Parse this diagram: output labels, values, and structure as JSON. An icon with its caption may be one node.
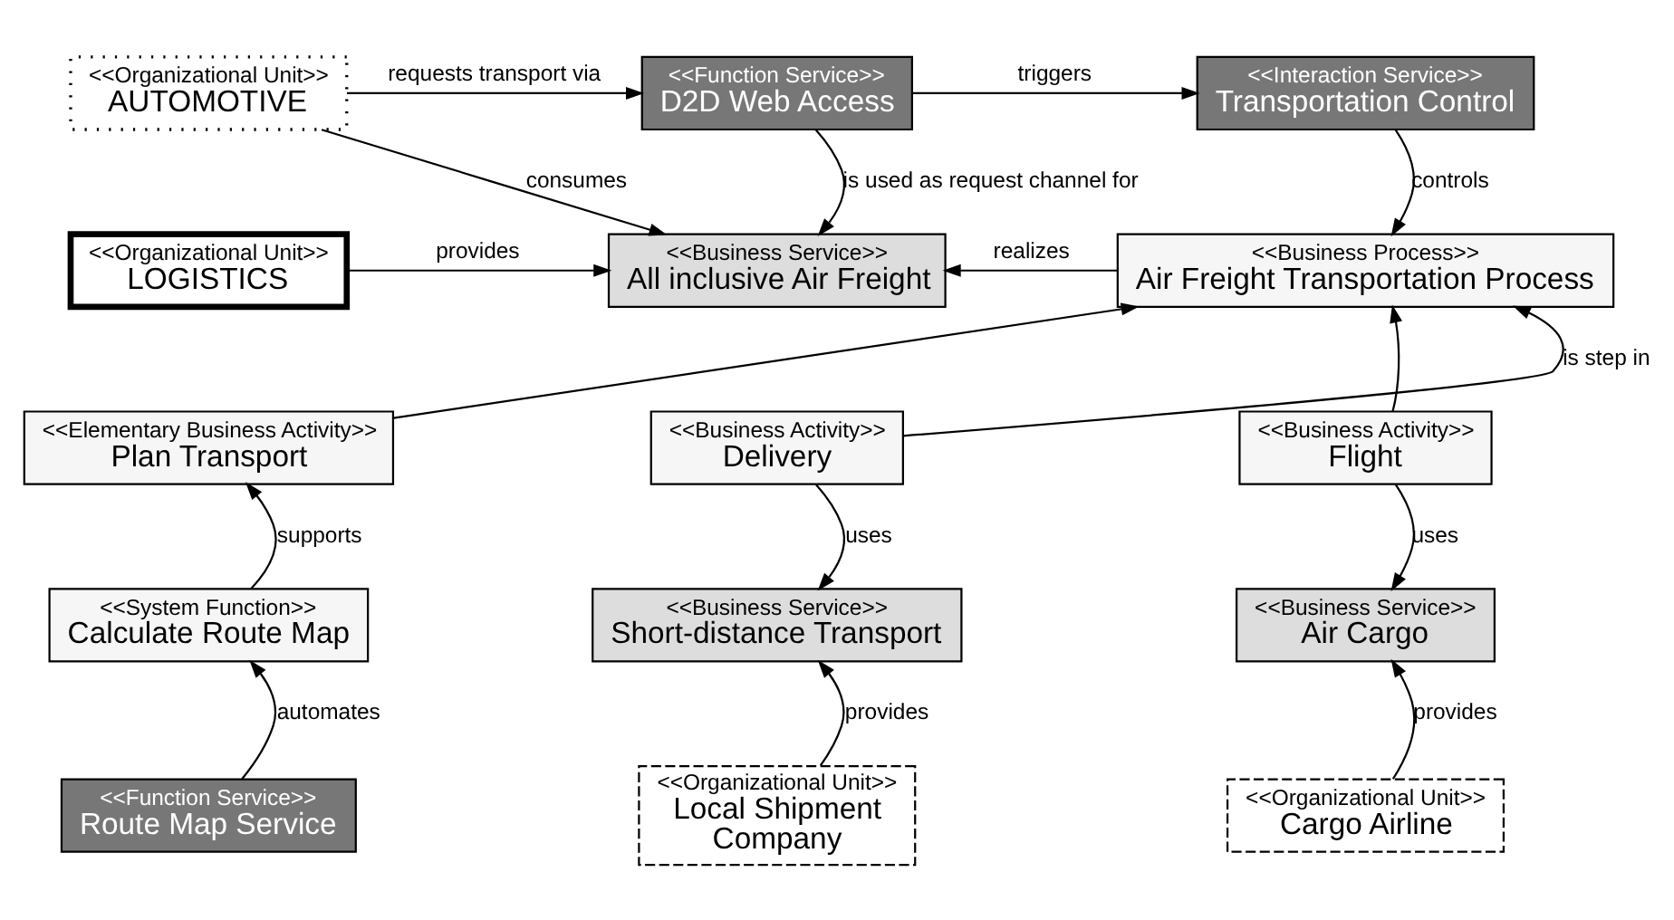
{
  "diagram": {
    "nodes": [
      {
        "text": [
          "<<Organizational Unit>>",
          "AUTOMOTIVE"
        ]
      },
      {
        "text": [
          "<<Function Service>>",
          "D2D Web Access"
        ]
      },
      {
        "text": [
          "<<Interaction Service>>",
          "Transportation Control"
        ]
      },
      {
        "text": [
          "<<Organizational Unit>>",
          "LOGISTICS"
        ]
      },
      {
        "text": [
          "<<Business Service>>",
          "All inclusive Air Freight"
        ]
      },
      {
        "text": [
          "<<Business Process>>",
          "Air Freight Transportation Process"
        ]
      },
      {
        "text": [
          "<<Elementary Business Activity>>",
          "Plan Transport"
        ]
      },
      {
        "text": [
          "<<Business Activity>>",
          "Delivery"
        ]
      },
      {
        "text": [
          "<<Business Activity>>",
          "Flight"
        ]
      },
      {
        "text": [
          "<<System Function>>",
          "Calculate Route Map"
        ]
      },
      {
        "text": [
          "<<Business Service>>",
          "Short-distance Transport"
        ]
      },
      {
        "text": [
          "<<Business Service>>",
          "Air Cargo"
        ]
      },
      {
        "text": [
          "<<Function Service>>",
          "Route Map Service"
        ]
      },
      {
        "text": [
          "<<Organizational Unit>>",
          "Local Shipment Company"
        ]
      },
      {
        "text": [
          "<<Organizational Unit>>",
          "Cargo Airline"
        ]
      }
    ],
    "edges": [
      {
        "from": 0,
        "to": 1,
        "arrow": "to",
        "label": "requests transport via"
      },
      {
        "from": 1,
        "to": 2,
        "arrow": "to",
        "label": "triggers"
      },
      {
        "from": 0,
        "to": 4,
        "arrow": "to",
        "label": "consumes"
      },
      {
        "from": 1,
        "to": 4,
        "arrow": "to",
        "label": "is used as request channel for"
      },
      {
        "from": 2,
        "to": 5,
        "arrow": "to",
        "label": "controls"
      },
      {
        "from": 3,
        "to": 4,
        "arrow": "to",
        "label": "provides"
      },
      {
        "from": 5,
        "to": 4,
        "arrow": "to",
        "label": "realizes"
      },
      {
        "from": 6,
        "to": 5,
        "arrow": "to"
      },
      {
        "from": 7,
        "to": 5,
        "arrow": "to",
        "label": "is step in"
      },
      {
        "from": 8,
        "to": 5,
        "arrow": "to"
      },
      {
        "from": 9,
        "to": 6,
        "arrow": "to",
        "label": "supports"
      },
      {
        "from": 7,
        "to": 10,
        "arrow": "to",
        "label": "uses"
      },
      {
        "from": 8,
        "to": 11,
        "arrow": "to",
        "label": "uses"
      },
      {
        "from": 12,
        "to": 9,
        "arrow": "to",
        "label": "automates"
      },
      {
        "from": 13,
        "to": 10,
        "arrow": "to",
        "label": "provides"
      },
      {
        "from": 14,
        "to": 11,
        "arrow": "to",
        "label": "provides"
      }
    ]
  }
}
